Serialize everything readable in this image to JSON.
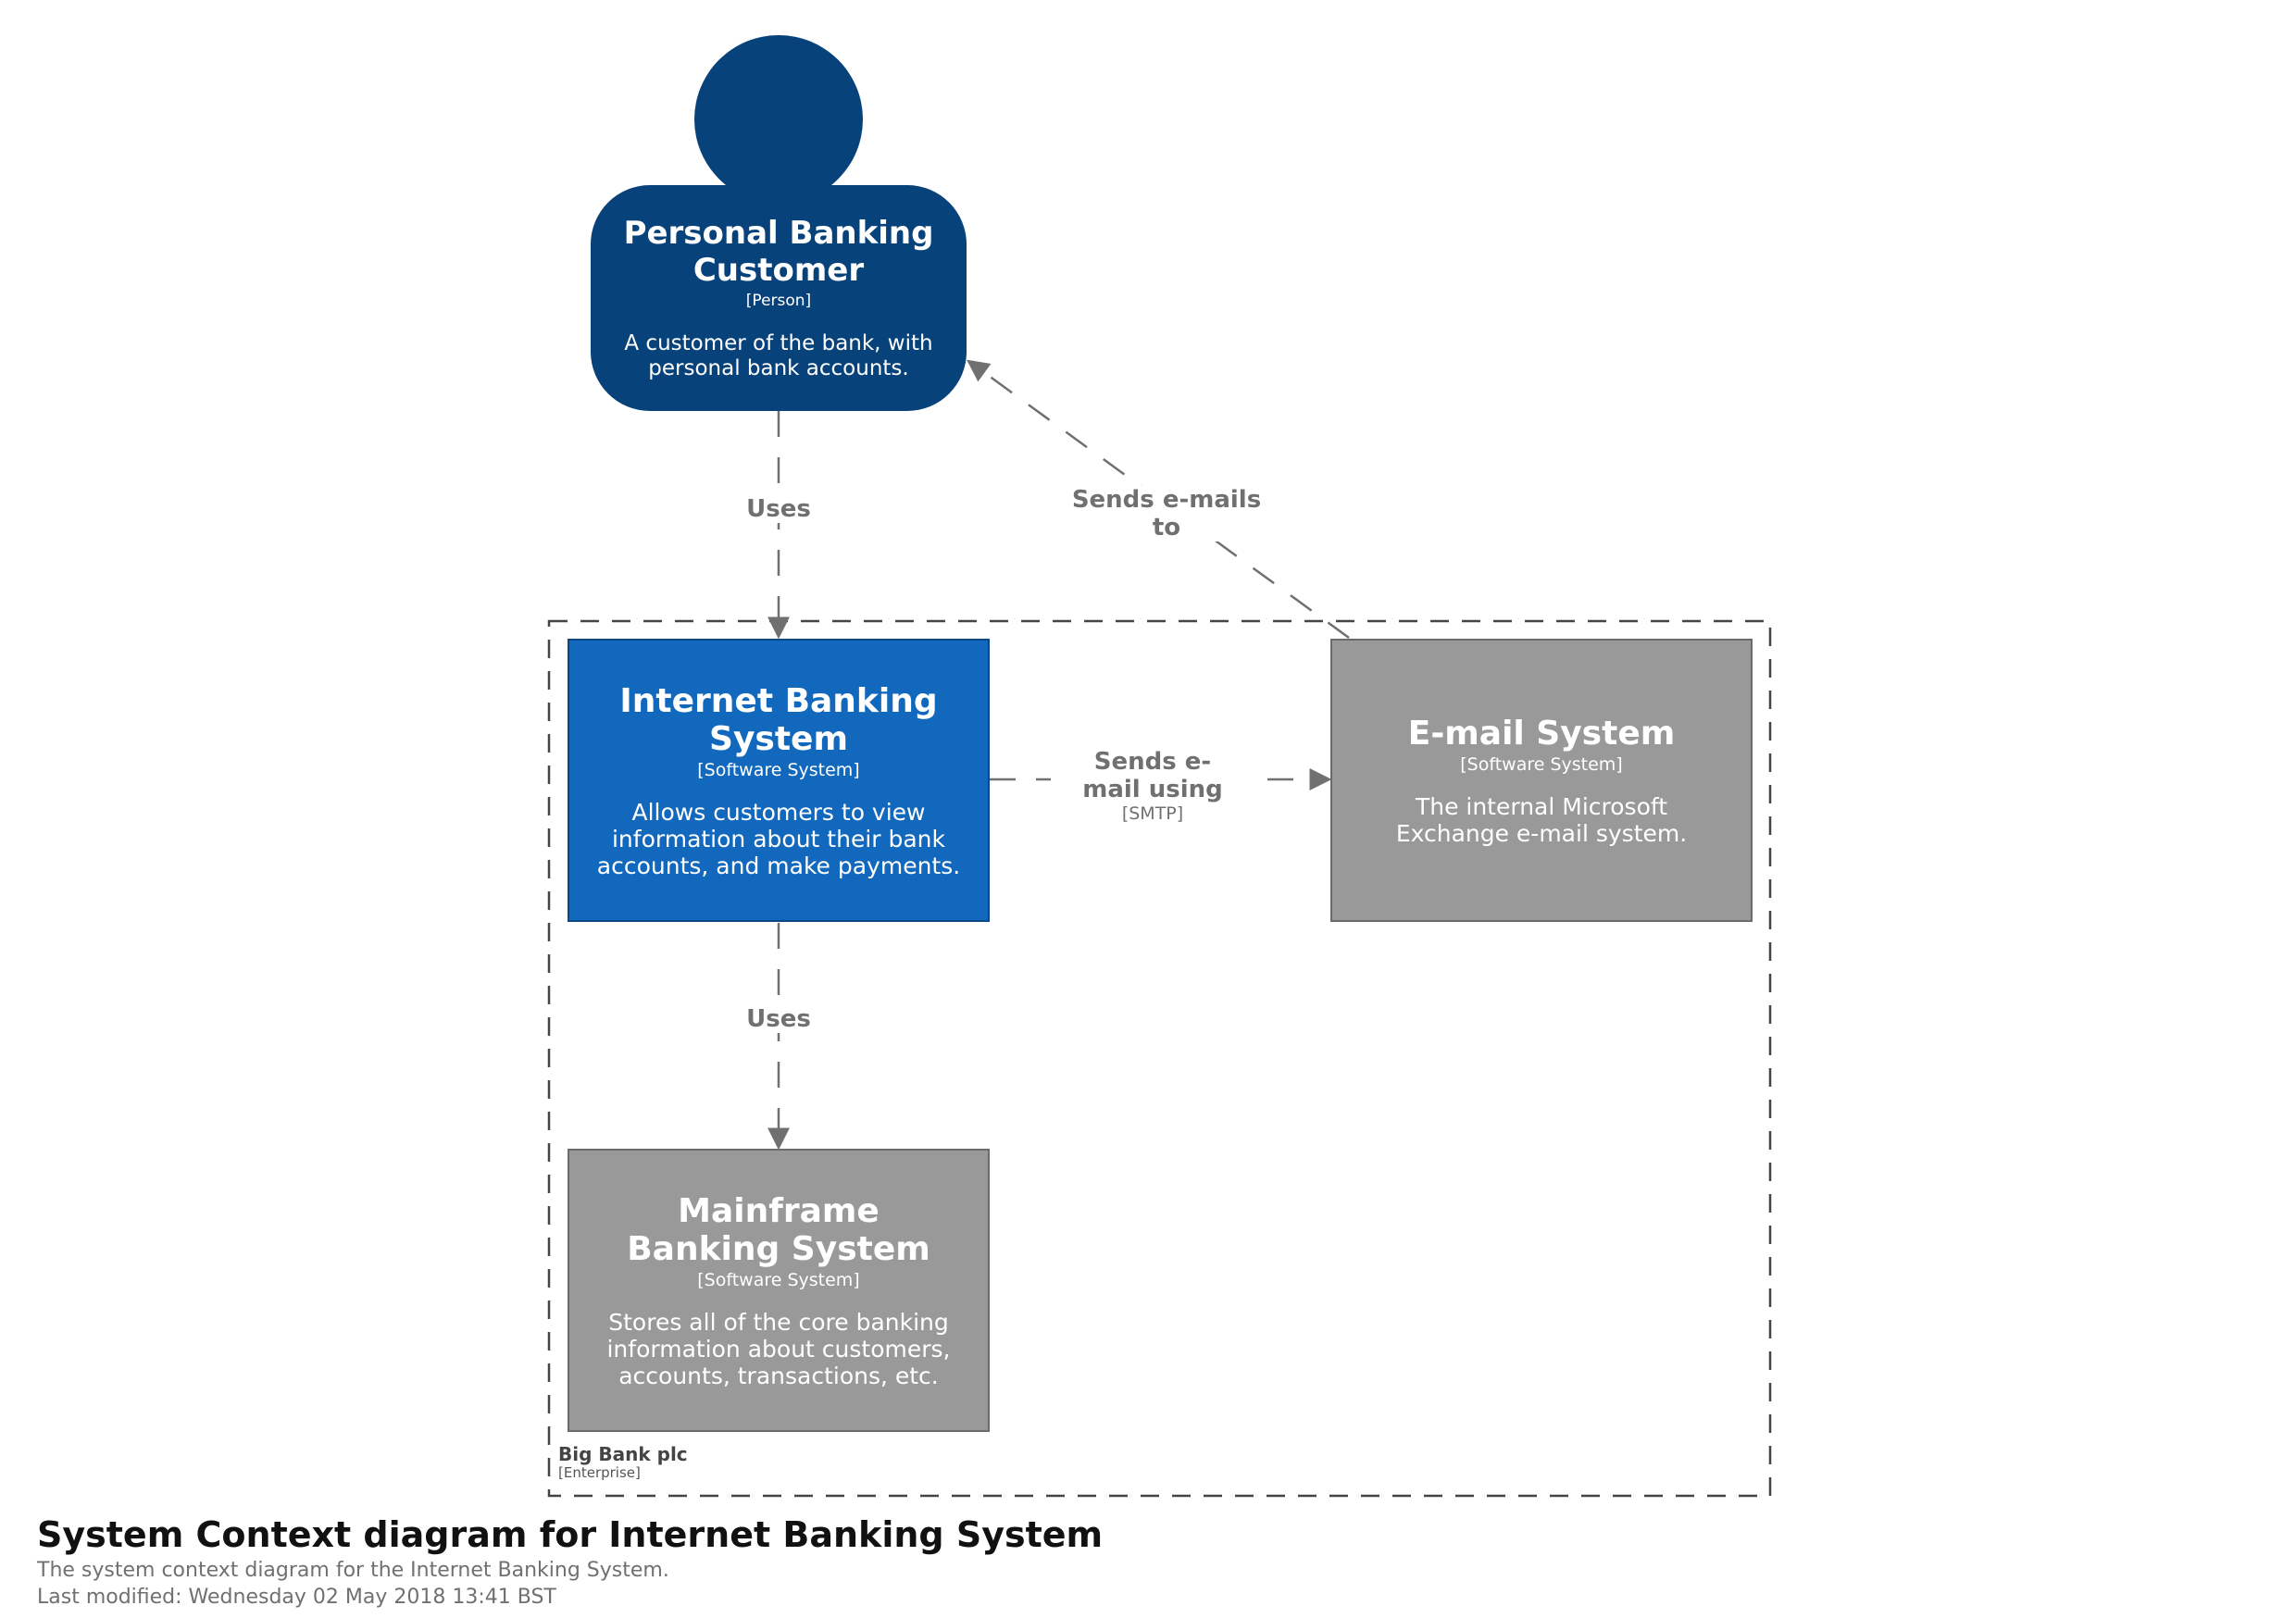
{
  "person": {
    "name": "Personal Banking Customer",
    "type": "[Person]",
    "description": "A customer of the bank, with personal bank accounts."
  },
  "internet_banking": {
    "name": "Internet Banking System",
    "type": "[Software System]",
    "description": "Allows customers to view information about their bank accounts, and make payments."
  },
  "email_system": {
    "name": "E-mail System",
    "type": "[Software System]",
    "description": "The internal Microsoft Exchange e-mail system."
  },
  "mainframe": {
    "name": "Mainframe Banking System",
    "type": "[Software System]",
    "description": "Stores all of the core banking information about customers, accounts, transactions, etc."
  },
  "relationships": {
    "person_uses_ib": "Uses",
    "email_sends_person": "Sends e-mails to",
    "ib_sends_email": "Sends e-mail using",
    "ib_sends_email_tech": "[SMTP]",
    "ib_uses_mainframe": "Uses"
  },
  "boundary": {
    "name": "Big Bank plc",
    "type": "[Enterprise]"
  },
  "footer": {
    "title": "System Context diagram for Internet Banking System",
    "description": "The system context diagram for the Internet Banking System.",
    "modified": "Last modified: Wednesday 02 May 2018 13:41 BST"
  },
  "colors": {
    "person": "#08427b",
    "internal_system": "#1168bd",
    "external_system": "#999999",
    "relationship": "#707070"
  }
}
